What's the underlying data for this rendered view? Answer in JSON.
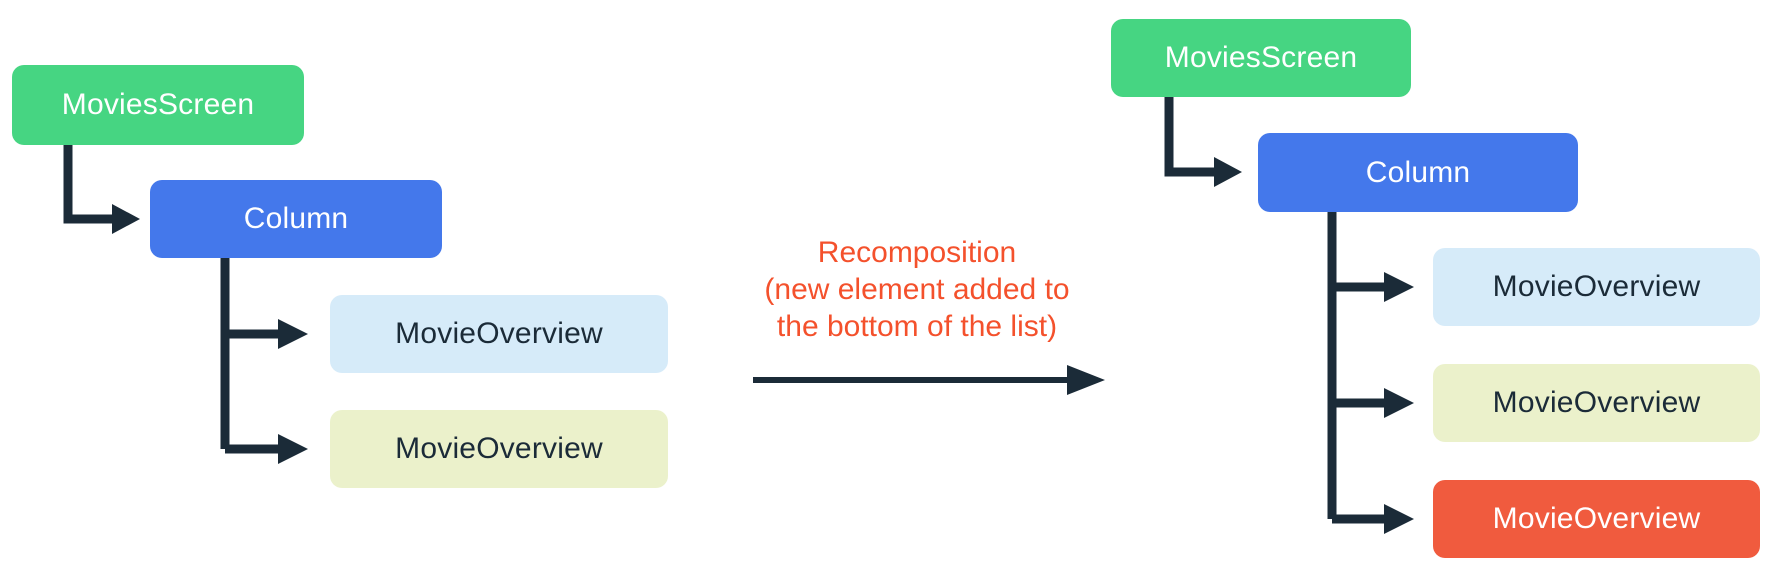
{
  "annotation": {
    "lines": [
      "Recomposition",
      "(new element added to",
      "the bottom of the list)"
    ]
  },
  "before_tree": {
    "root": "MoviesScreen",
    "container": "Column",
    "children": [
      "MovieOverview",
      "MovieOverview"
    ]
  },
  "after_tree": {
    "root": "MoviesScreen",
    "container": "Column",
    "children": [
      "MovieOverview",
      "MovieOverview",
      "MovieOverview"
    ]
  },
  "colors": {
    "root_node_green": "#46D582",
    "container_node_blue": "#4478EB",
    "child_node_light_blue": "#D6EBF9",
    "child_node_light_yellow": "#EBF1CB",
    "child_node_new_orange": "#F05B3E",
    "connector_dark_navy": "#1B2B38",
    "annotation_red": "#F4512C"
  }
}
